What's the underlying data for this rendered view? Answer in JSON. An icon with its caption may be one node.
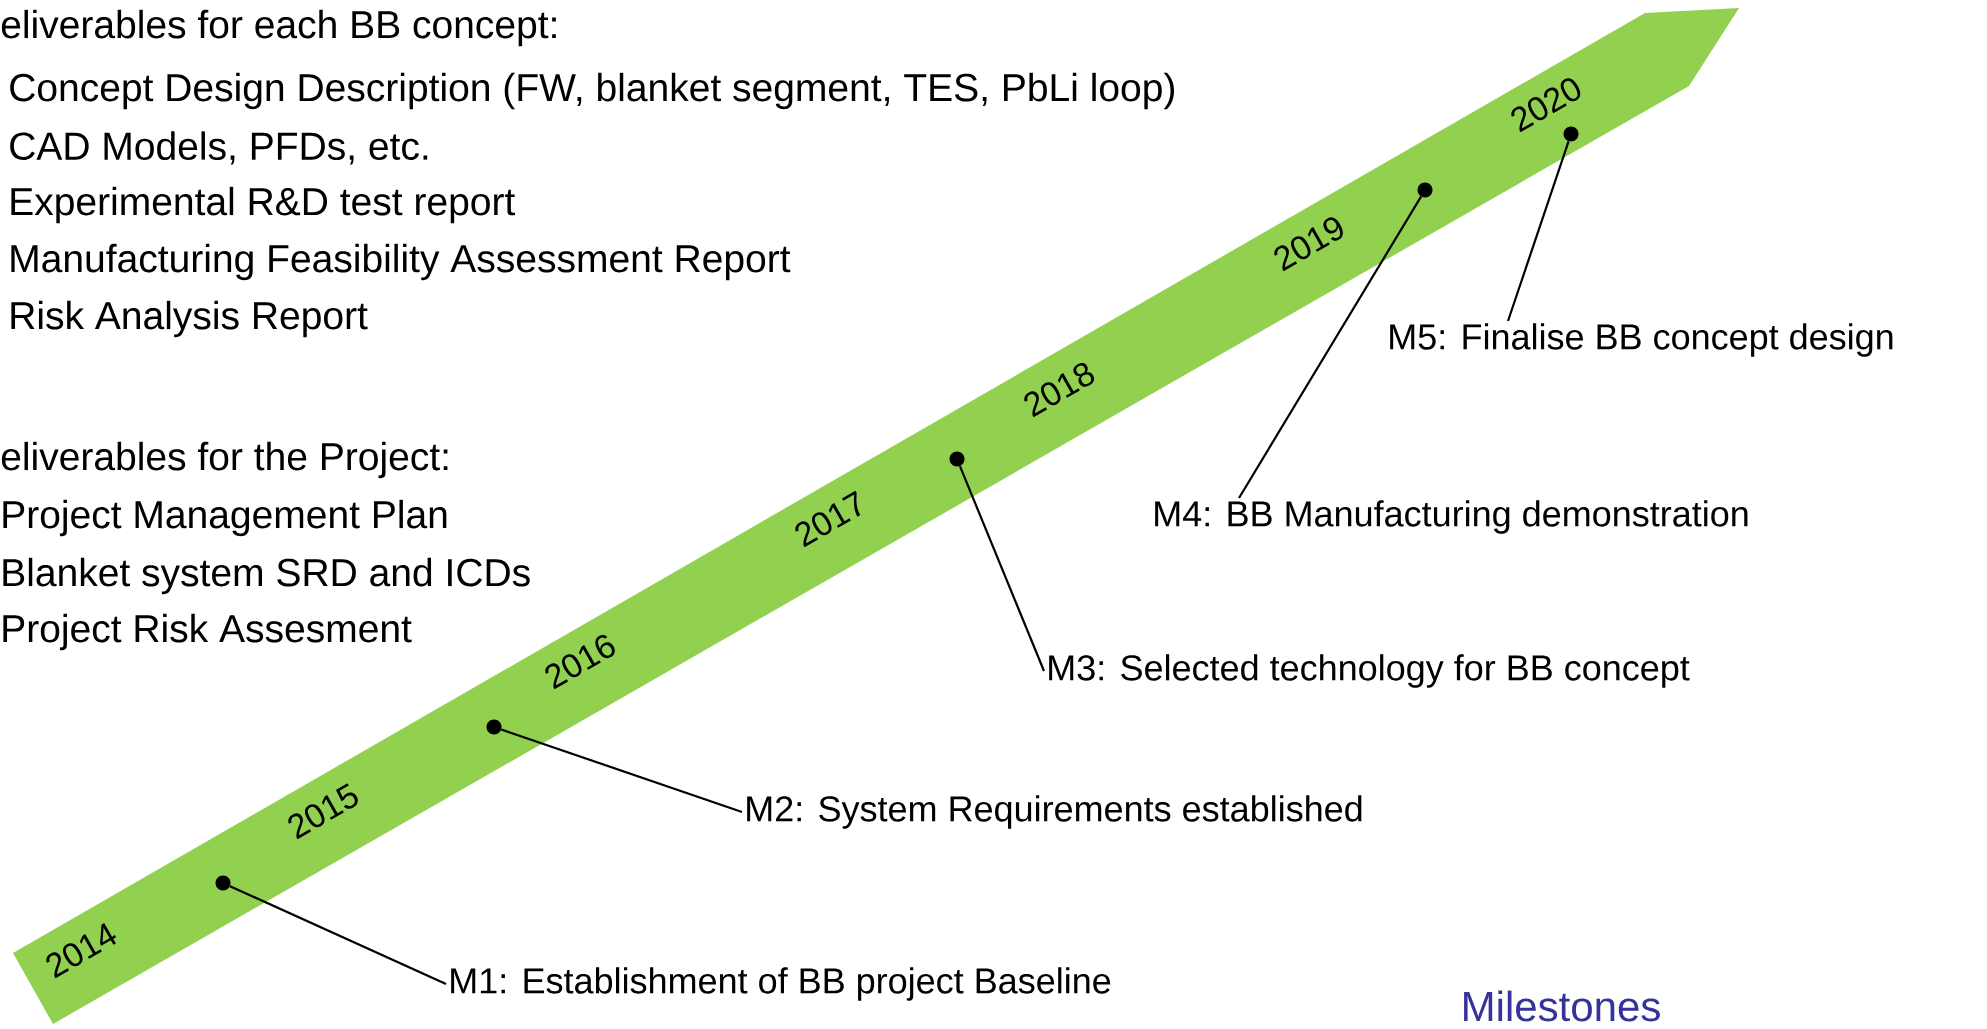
{
  "diagram": {
    "nodes": [
      {
        "text": [
          "M1: Establishment of BB project Baseline"
        ]
      },
      {
        "text": [
          "M2: System Requirements established"
        ]
      },
      {
        "text": [
          "M3: Selected technology for BB concept"
        ]
      },
      {
        "text": [
          "M4: BB Manufacturing demonstration"
        ]
      },
      {
        "text": [
          "M5: Finalise BB concept design"
        ]
      },
      {
        "text": [],
        "shape": "circle"
      },
      {
        "text": [],
        "shape": "circle"
      },
      {
        "text": [],
        "shape": "circle"
      },
      {
        "text": [],
        "shape": "circle"
      },
      {
        "text": [],
        "shape": "circle"
      }
    ],
    "edges": [
      {
        "from": 0,
        "to": 5,
        "arrow": "none"
      },
      {
        "from": 1,
        "to": 6,
        "arrow": "none"
      },
      {
        "from": 2,
        "to": 7,
        "arrow": "none"
      },
      {
        "from": 3,
        "to": 8,
        "arrow": "none"
      },
      {
        "from": 4,
        "to": 9,
        "arrow": "none"
      }
    ],
    "labels": [
      "eliverables for each BB concept:",
      "Concept Design Description (FW, blanket segment, TES, PbLi loop)",
      "CAD Models, PFDs, etc.",
      "Experimental R&D test report",
      "Manufacturing Feasibility Assessment Report",
      "Risk Analysis Report",
      "eliverables for the Project:",
      "Project Management Plan",
      "Blanket system SRD and ICDs",
      "Project Risk Assesment",
      "2020",
      "2019",
      "2018",
      "2017",
      "2016",
      "2015",
      "2014",
      "Milestones"
    ]
  }
}
